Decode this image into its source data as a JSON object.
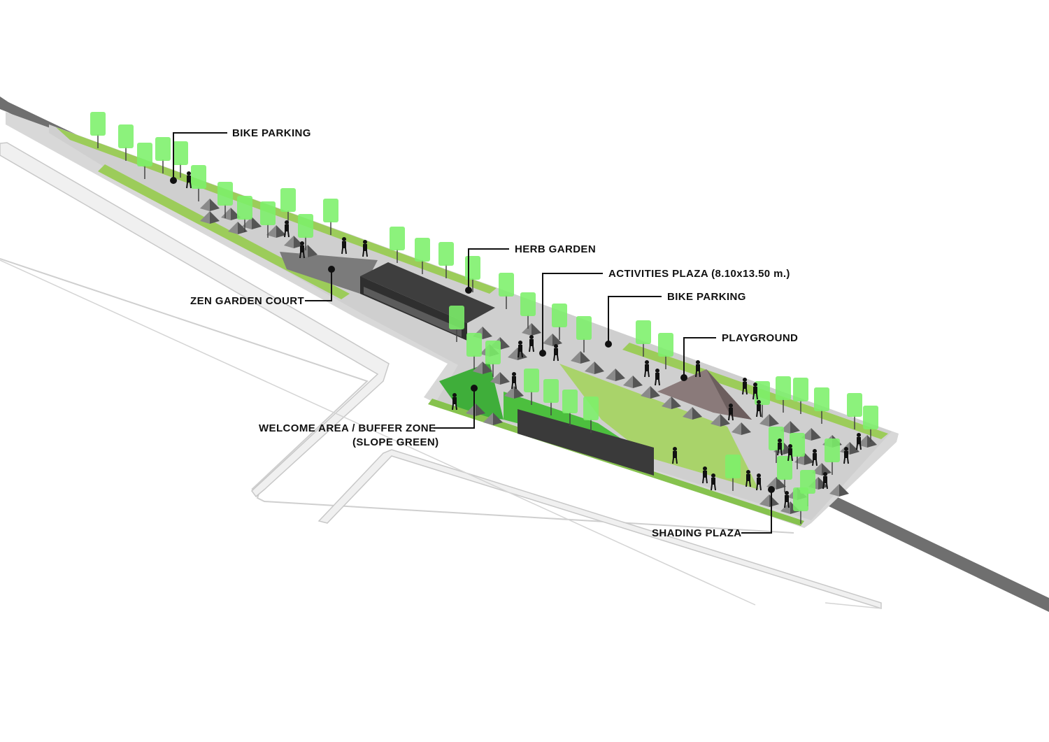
{
  "annotations": [
    {
      "id": "bike-parking-north",
      "lines": [
        "BIKE PARKING"
      ]
    },
    {
      "id": "herb-garden",
      "lines": [
        "HERB GARDEN"
      ]
    },
    {
      "id": "activities-plaza",
      "lines": [
        "ACTIVITIES PLAZA (8.10x13.50 m.)"
      ]
    },
    {
      "id": "bike-parking-east",
      "lines": [
        "BIKE PARKING"
      ]
    },
    {
      "id": "playground",
      "lines": [
        "PLAYGROUND"
      ]
    },
    {
      "id": "zen-garden-court",
      "lines": [
        "ZEN GARDEN COURT"
      ]
    },
    {
      "id": "welcome-area",
      "lines": [
        "WELCOME AREA / BUFFER ZONE",
        "(SLOPE GREEN)"
      ]
    },
    {
      "id": "shading-plaza",
      "lines": [
        "SHADING PLAZA"
      ]
    }
  ],
  "colors": {
    "curb": "#6b6b6b",
    "sidewalk": "#e6e6e6",
    "lawn": "#9ccc5a",
    "slope-green": "#3fae3a",
    "tree-canopy": "#7cf06a",
    "paving": "#bdbdbd",
    "pyramid-dark": "#555555",
    "pyramid-light": "#8a8a8a",
    "playground": "#8a7a7a",
    "pavilion": "#3e3e3e",
    "people": "#111111"
  }
}
